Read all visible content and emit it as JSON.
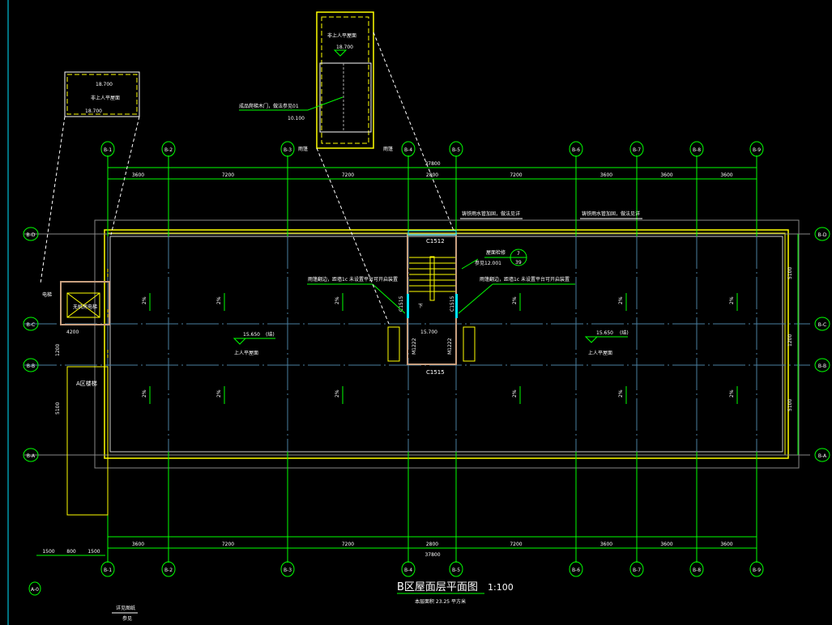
{
  "colors": {
    "background": "#000000",
    "axis": "#00ff00",
    "wall": "#ffff00",
    "grid": "#4a7fa0",
    "text": "#ffffff",
    "glass": "#00e5ff",
    "column": "#c8a080"
  },
  "title": {
    "main": "B区屋面层平面图",
    "scale": "1:100",
    "area_note": "本层面积 23.25 平方米"
  },
  "axes_vertical": [
    "B-1",
    "B-2",
    "B-3",
    "B-4",
    "B-5",
    "B-6",
    "B-7",
    "B-8",
    "B-9"
  ],
  "axes_horizontal": [
    "B-D",
    "B-C",
    "B-B",
    "B-A"
  ],
  "axes_left_extra": [
    "A-0"
  ],
  "dimensions_top": {
    "spans": [
      "3600",
      "7200",
      "7200",
      "2800",
      "7200",
      "3600",
      "3600",
      "3600"
    ],
    "total": "37800"
  },
  "dimensions_bottom": {
    "spans": [
      "3600",
      "7200",
      "7200",
      "2800",
      "7200",
      "3600",
      "3600",
      "3600"
    ],
    "total": "37800",
    "left_spans": [
      "1500",
      "800",
      "1500"
    ]
  },
  "dimensions_right": [
    "5100",
    "1200",
    "5100"
  ],
  "dimensions_left": [
    "4200",
    "1200",
    "5100"
  ],
  "labels": {
    "roof_upper": "非上人平屋面",
    "roof_upper_elev": "18.700",
    "roof_left": "非上人平屋面",
    "roof_left_elev": "18.700",
    "roof_left_elev2": "18.700",
    "main_roof_left": "上人平屋面",
    "main_roof_right": "上人平屋面",
    "elev_left": "15.650",
    "elev_left_note": "(结)",
    "elev_right": "15.650",
    "elev_right_note": "(结)",
    "elev_stair": "15.700",
    "window_top": "C1512",
    "window_bottom": "C1515",
    "window_left": "C1515",
    "window_right": "C1515",
    "door_left": "M1222",
    "door_right": "M1222",
    "overflow_note_left": "雨篷翻边，距墙1c 未设置平台可开启装置",
    "overflow_note_right": "雨篷翻边，距墙1c 未设置平台可开启装置",
    "pipe_note_1": "铸铁雨水管加固，做法见详",
    "pipe_note_2": "铸铁雨水管加固，做法见详",
    "roof_hatch": "屋面检修",
    "roof_hatch_ref": "参见12.001",
    "detail_ref_top": "7",
    "detail_ref_bottom": "39",
    "ladder_note": "成品爬梯木门，做法参见01",
    "elevator": "无机房电梯",
    "stair_a": "A区楼梯",
    "elev_a": "电梯",
    "down": "下",
    "slope": "2%",
    "parapet": "10.100",
    "canopy": "雨篷",
    "bottom_note_1": "详见图纸",
    "bottom_note_2": "参见"
  }
}
